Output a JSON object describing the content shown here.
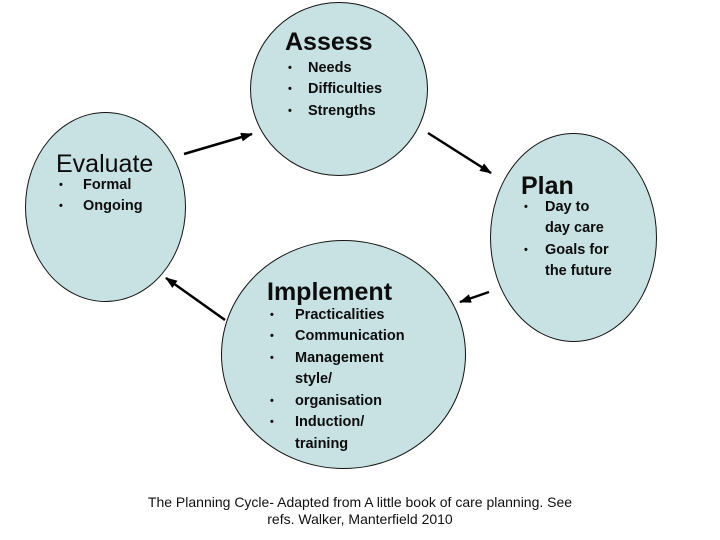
{
  "slide": {
    "background_color": "#ffffff",
    "shape_fill_color": "#c8e1e2",
    "shape_border_color": "#141414",
    "arrow_color": "#000000",
    "bullet_char": "•",
    "nodes": {
      "assess": {
        "title": "Assess",
        "bullets": [
          "Needs",
          "Difficulties",
          "Strengths"
        ]
      },
      "plan": {
        "title": "Plan",
        "bullets": [
          "Day to\nday care",
          "Goals for\nthe future"
        ]
      },
      "implement": {
        "title": "Implement",
        "bullets": [
          "Practicalities",
          "Communication",
          "Management\nstyle/",
          "organisation",
          "Induction/\ntraining"
        ]
      },
      "evaluate": {
        "title": "Evaluate",
        "bullets": [
          "Formal",
          "Ongoing"
        ]
      }
    },
    "cycle_order": [
      "Assess",
      "Plan",
      "Implement",
      "Evaluate"
    ],
    "caption": "The Planning Cycle- Adapted from A little book of care planning. See\nrefs. Walker, Manterfield 2010"
  }
}
